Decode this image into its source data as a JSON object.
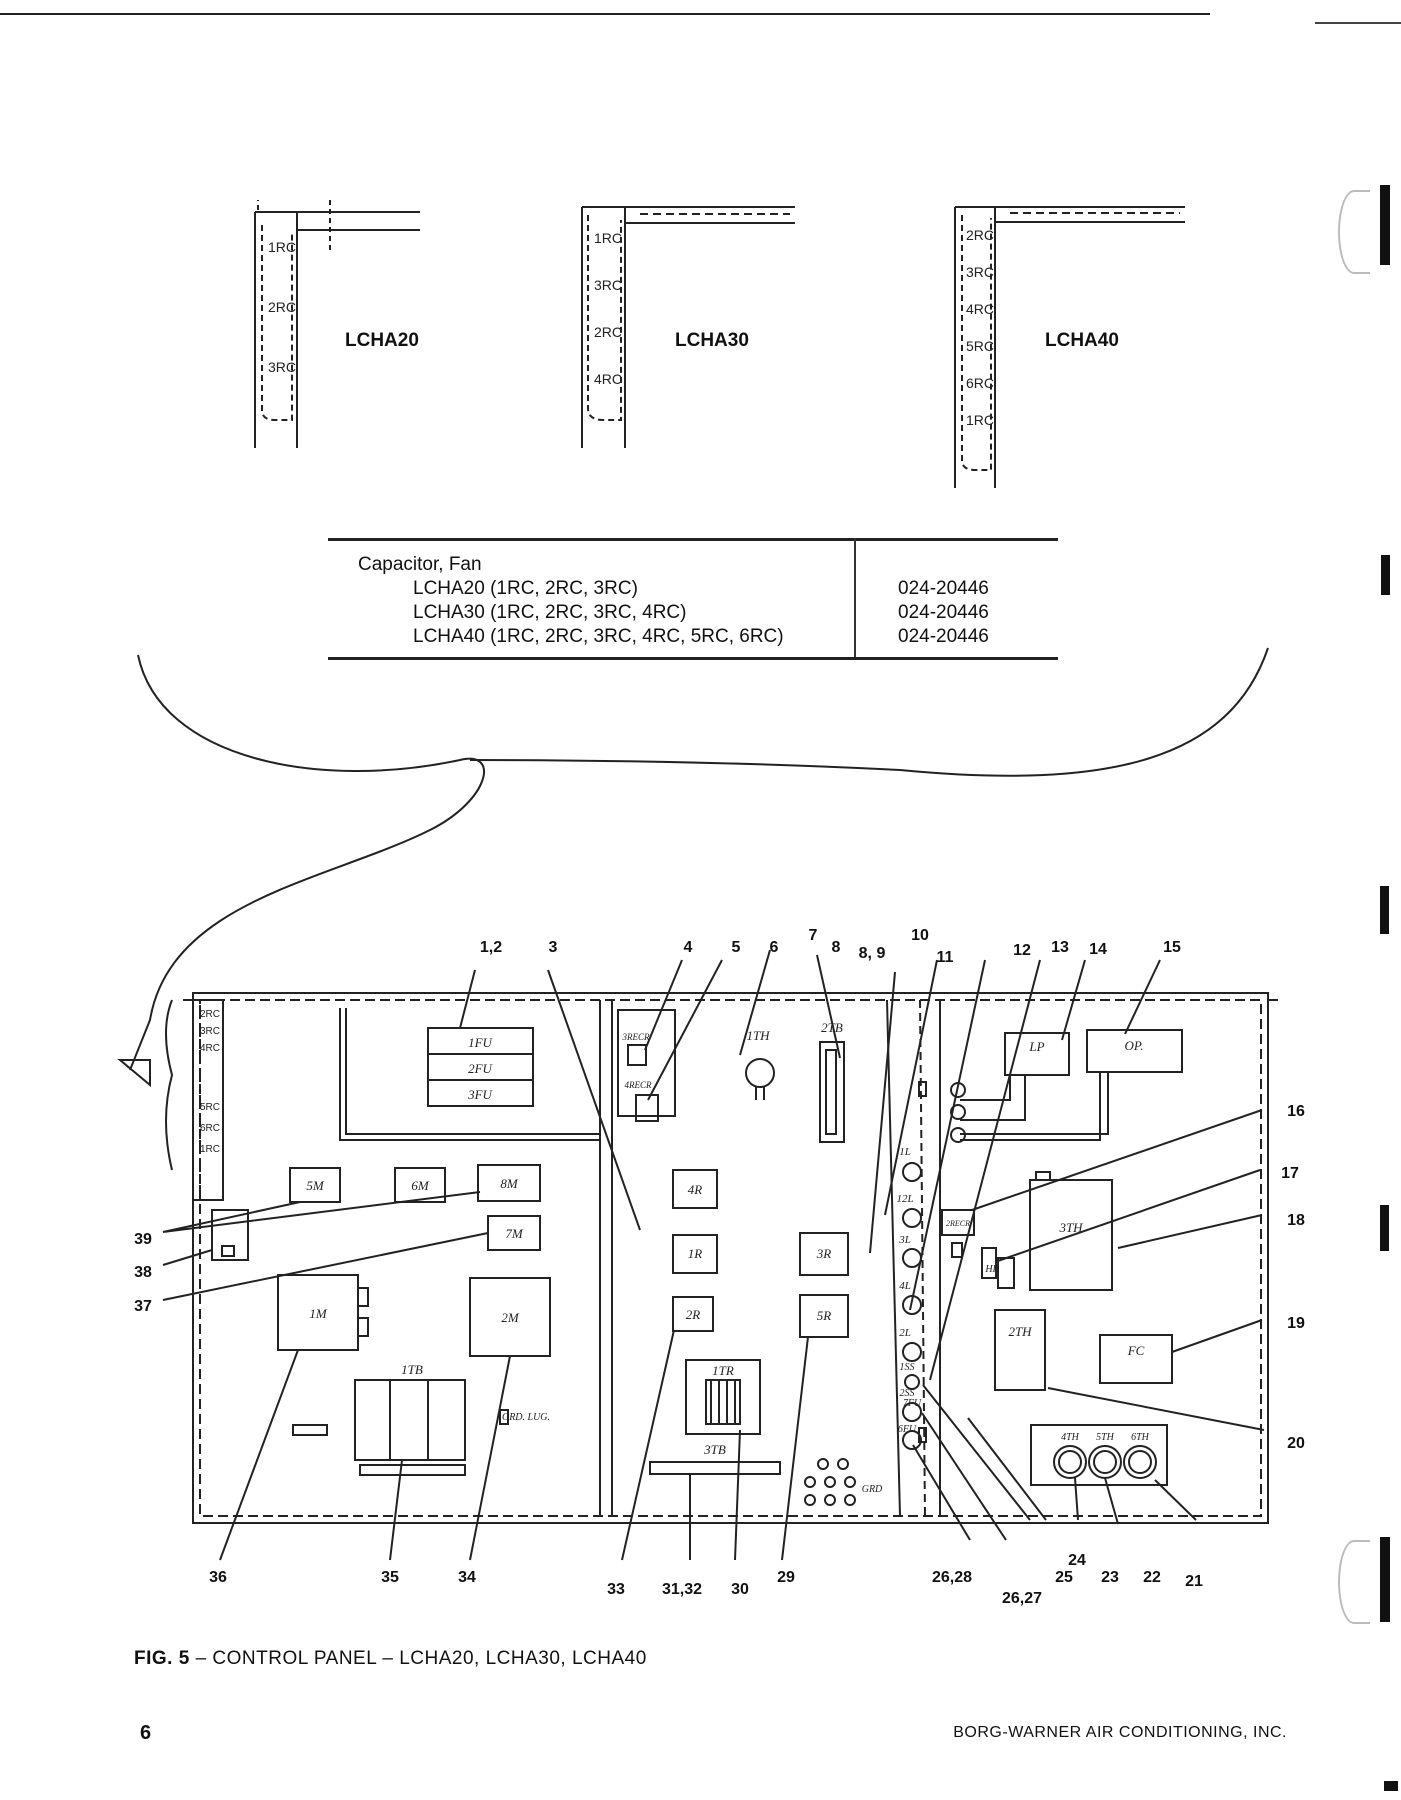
{
  "models": [
    {
      "name": "LCHA20",
      "caps": [
        "1RC",
        "2RC",
        "3RC"
      ]
    },
    {
      "name": "LCHA30",
      "caps": [
        "1RC",
        "3RC",
        "2RC",
        "4RC"
      ]
    },
    {
      "name": "LCHA40",
      "caps": [
        "2RC",
        "3RC",
        "4RC",
        "5RC",
        "6RC",
        "1RC"
      ]
    }
  ],
  "parts_table": {
    "heading": "Capacitor, Fan",
    "rows": [
      {
        "desc": "LCHA20 (1RC, 2RC, 3RC)",
        "part": "024-20446"
      },
      {
        "desc": "LCHA30 (1RC, 2RC, 3RC, 4RC)",
        "part": "024-20446"
      },
      {
        "desc": "LCHA40 (1RC, 2RC, 3RC, 4RC, 5RC, 6RC)",
        "part": "024-20446"
      }
    ]
  },
  "panel": {
    "side_caps": [
      "2RC",
      "3RC",
      "4RC",
      "5RC",
      "6RC",
      "1RC"
    ],
    "components": {
      "fu1": "1FU",
      "fu2": "2FU",
      "fu3": "3FU",
      "m5": "5M",
      "m6": "6M",
      "m8": "8M",
      "m7": "7M",
      "m1": "1M",
      "m2": "2M",
      "tb1": "1TB",
      "grd_lug": "GRD. LUG.",
      "r3recr": "3RECR",
      "r4recr": "4RECR",
      "r4": "4R",
      "r1": "1R",
      "r2": "2R",
      "r3": "3R",
      "r5": "5R",
      "th1": "1TH",
      "tb2": "2TB",
      "tr1": "1TR",
      "tb3": "3TB",
      "grd": "GRD",
      "l1": "1L",
      "l12": "12L",
      "l3": "3L",
      "l4": "4L",
      "l2": "2L",
      "ss1": "1SS",
      "ss2": "2SS",
      "fu7": "7FU",
      "fu6": "6FU",
      "lp": "LP",
      "op": "OP.",
      "recr": "2RECR",
      "hp": "HP",
      "th3": "3TH",
      "th2": "2TH",
      "fc": "FC",
      "th4": "4TH",
      "th5": "5TH",
      "th6": "6TH"
    },
    "callouts": {
      "c1": "1,2",
      "c3": "3",
      "c4": "4",
      "c5": "5",
      "c6": "6",
      "c7": "7",
      "c8": "8",
      "c89": "8, 9",
      "c10": "10",
      "c11": "11",
      "c12": "12",
      "c13": "13",
      "c14": "14",
      "c15": "15",
      "c16": "16",
      "c17": "17",
      "c18": "18",
      "c19": "19",
      "c20": "20",
      "c21": "21",
      "c22": "22",
      "c23": "23",
      "c24": "24",
      "c25": "25",
      "c2627": "26,27",
      "c2628": "26,28",
      "c29": "29",
      "c30": "30",
      "c3132": "31,32",
      "c33": "33",
      "c34": "34",
      "c35": "35",
      "c36": "36",
      "c37": "37",
      "c38": "38",
      "c39": "39"
    }
  },
  "caption": {
    "fig": "FIG. 5",
    "text": " – CONTROL PANEL – LCHA20, LCHA30, LCHA40"
  },
  "footer": {
    "page": "6",
    "company": "BORG-WARNER AIR CONDITIONING, INC."
  }
}
